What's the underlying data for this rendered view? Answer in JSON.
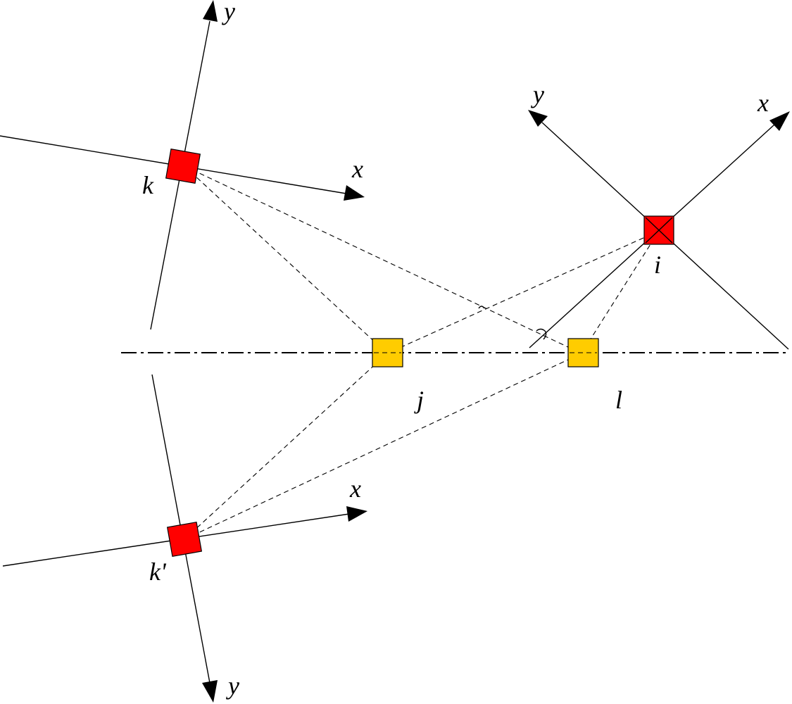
{
  "colors": {
    "source_node": "#ff0000",
    "observer_node": "#ffcc00",
    "outline": "#000000"
  },
  "nodes": {
    "k": {
      "label": "k",
      "kind": "source-node"
    },
    "i": {
      "label": "i",
      "kind": "source-node"
    },
    "kp": {
      "label": "k'",
      "kind": "source-node"
    },
    "j": {
      "label": "j",
      "kind": "observer-node"
    },
    "l": {
      "label": "l",
      "kind": "observer-node"
    }
  },
  "axes": {
    "k_x": "x",
    "k_y": "y",
    "i_x": "x",
    "i_y": "y",
    "kp_x": "x",
    "kp_y": "y"
  }
}
